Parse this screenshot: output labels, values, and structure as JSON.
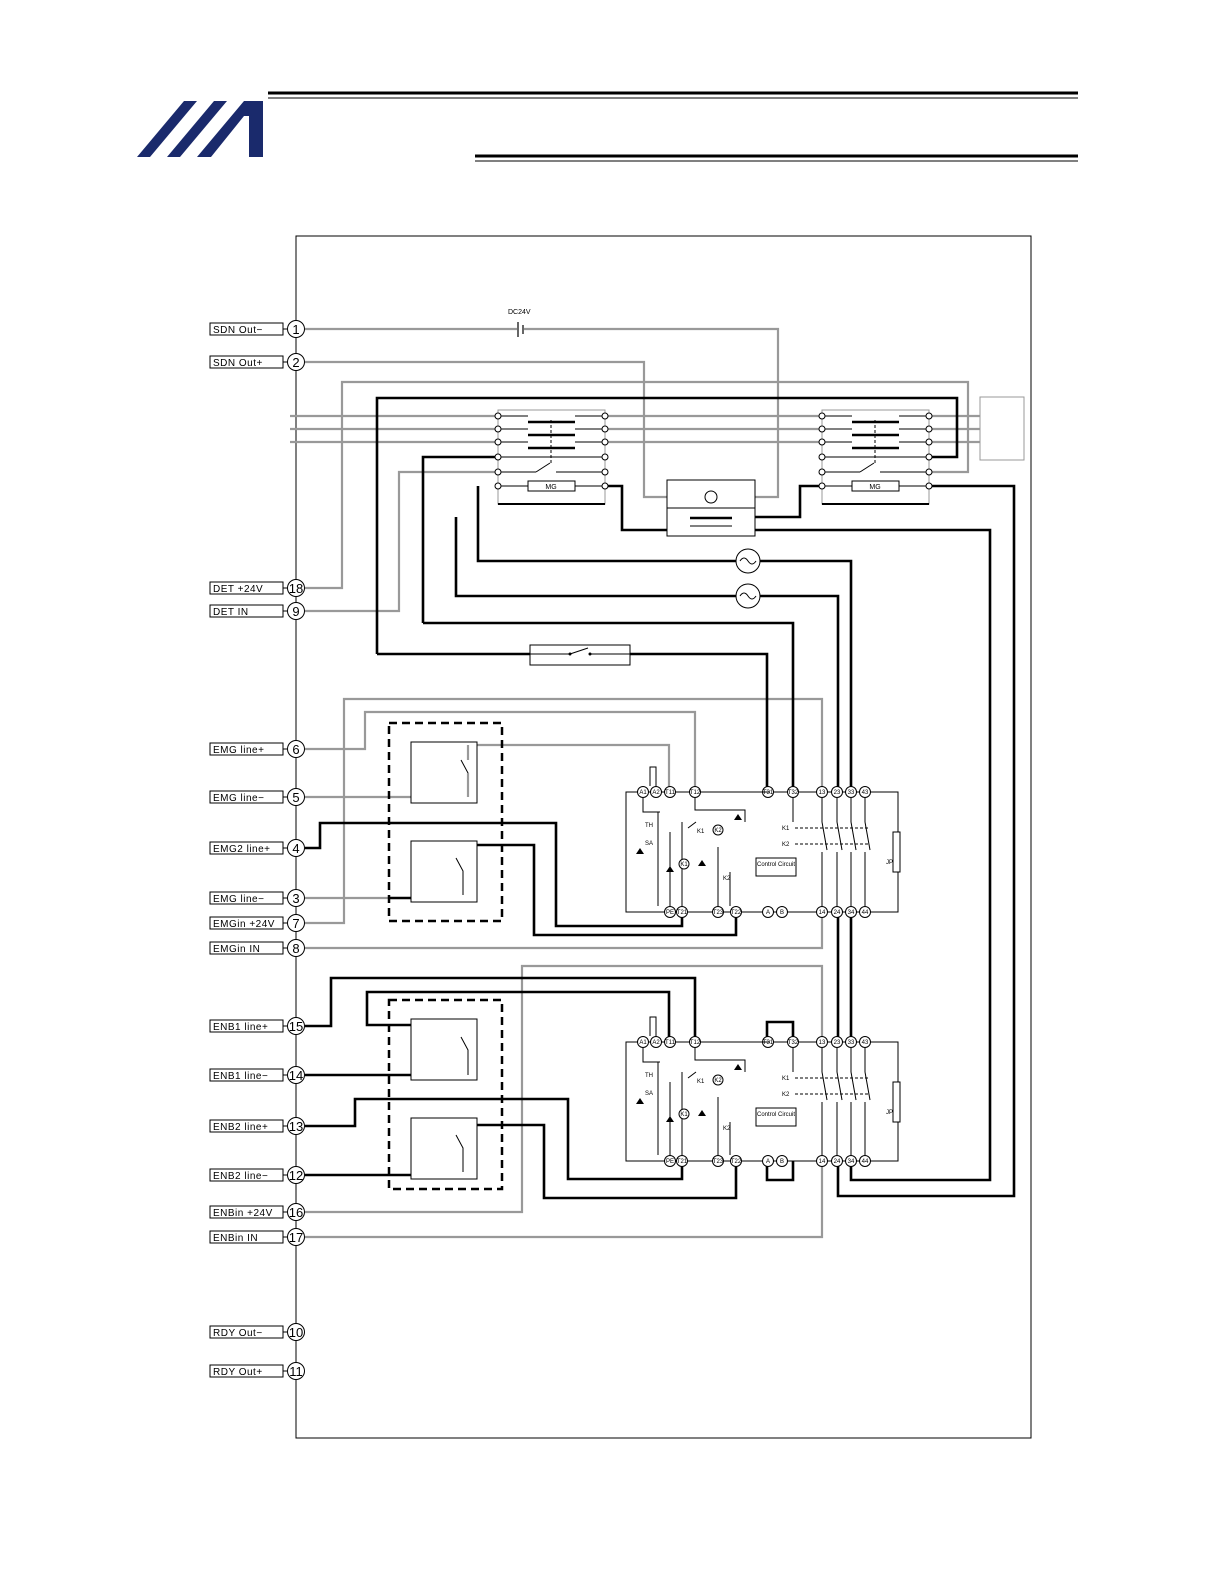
{
  "brand": {
    "color": "#1a2a6c"
  },
  "colors": {
    "gray_wire": "#999999",
    "black_wire": "#000000"
  },
  "terminals": [
    {
      "num": "1",
      "label": "SDN Out−"
    },
    {
      "num": "2",
      "label": "SDN Out+"
    },
    {
      "num": "18",
      "label": "DET +24V"
    },
    {
      "num": "9",
      "label": "DET IN"
    },
    {
      "num": "6",
      "label": "EMG line+"
    },
    {
      "num": "5",
      "label": "EMG line−"
    },
    {
      "num": "4",
      "label": "EMG2 line+"
    },
    {
      "num": "3",
      "label": "EMG line−"
    },
    {
      "num": "7",
      "label": "EMGin +24V"
    },
    {
      "num": "8",
      "label": "EMGin IN"
    },
    {
      "num": "15",
      "label": "ENB1 line+"
    },
    {
      "num": "14",
      "label": "ENB1 line−"
    },
    {
      "num": "13",
      "label": "ENB2 line+"
    },
    {
      "num": "12",
      "label": "ENB2 line−"
    },
    {
      "num": "16",
      "label": "ENBin +24V"
    },
    {
      "num": "17",
      "label": "ENBin IN"
    },
    {
      "num": "10",
      "label": "RDY Out−"
    },
    {
      "num": "11",
      "label": "RDY Out+"
    }
  ],
  "dc_label": "DC24V",
  "contactor_label": "MG",
  "relay": {
    "top_terms": [
      "A1",
      "A2",
      "T11",
      "T12",
      "T31",
      "T32",
      "13",
      "23",
      "33",
      "43"
    ],
    "bot_terms": [
      "PE",
      "T21",
      "T23",
      "T22",
      "A",
      "B",
      "14",
      "24",
      "34",
      "44"
    ],
    "control_text": "Control Circuit",
    "k1": "K1",
    "k2": "K2",
    "th": "TH",
    "sa": "SA",
    "jp": "JP"
  }
}
